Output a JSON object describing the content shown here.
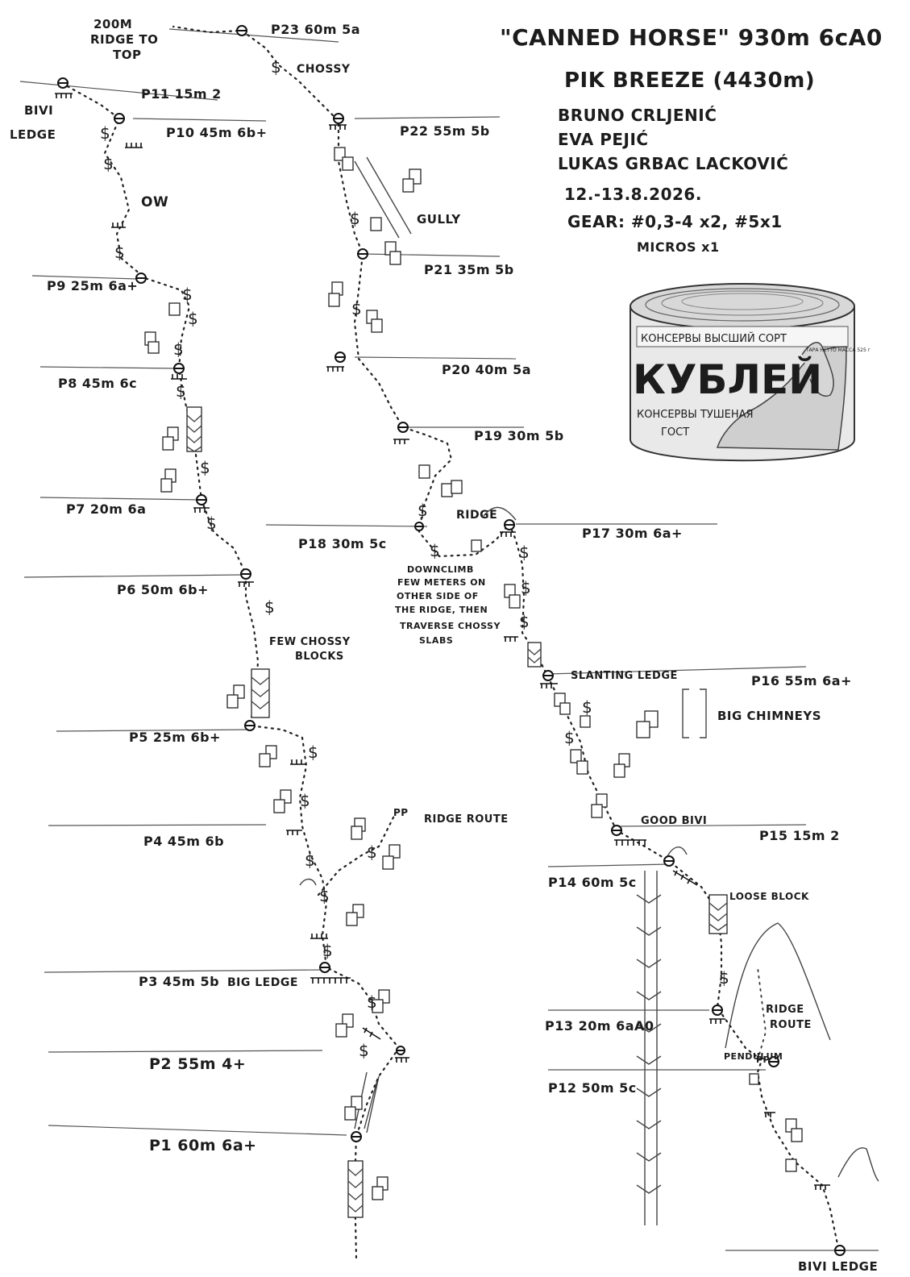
{
  "header": {
    "title": "\"CANNED HORSE\" 930m 6cA0",
    "peak": "PIK BREEZE (4430m)",
    "climbers": [
      "BRUNO CRLJENIĆ",
      "EVA PEJIĆ",
      "LUKAS GRBAC LACKOVIĆ"
    ],
    "date": "12.-13.8.2026.",
    "gear": "GEAR: #0,3-4 x2, #5x1",
    "gear_extra": "MICROS x1"
  },
  "can": {
    "line1": "КОНСЕРВЫ ВЫСШИЙ СОРТ",
    "brand": "КУБЛЕЙ",
    "line2": "КОНСЕРВЫ ТУШЕНАЯ",
    "gost": "ГОСТ",
    "net": "ТАРА НЕТТО МАССА 525 г",
    "can_icon": "canned-meat-horse-can"
  },
  "pitches": [
    {
      "id": "P1",
      "label": "P1  60m  6a+"
    },
    {
      "id": "P2",
      "label": "P2  55m  4+"
    },
    {
      "id": "P3",
      "label": "P3 45m 5b"
    },
    {
      "id": "P4",
      "label": "P4 45m 6b"
    },
    {
      "id": "P5",
      "label": "P5 25m 6b+"
    },
    {
      "id": "P6",
      "label": "P6 50m 6b+"
    },
    {
      "id": "P7",
      "label": "P7 20m 6a"
    },
    {
      "id": "P8",
      "label": "P8 45m 6c"
    },
    {
      "id": "P9",
      "label": "P9 25m 6a+"
    },
    {
      "id": "P10",
      "label": "P10 45m 6b+"
    },
    {
      "id": "P11",
      "label": "P11 15m 2"
    },
    {
      "id": "P12",
      "label": "P12 50m 5c"
    },
    {
      "id": "P13",
      "label": "P13 20m 6aA0"
    },
    {
      "id": "P14",
      "label": "P14 60m 5c"
    },
    {
      "id": "P15",
      "label": "P15 15m 2"
    },
    {
      "id": "P16",
      "label": "P16 55m 6a+"
    },
    {
      "id": "P17",
      "label": "P17 30m 6a+"
    },
    {
      "id": "P18",
      "label": "P18 30m 5c"
    },
    {
      "id": "P19",
      "label": "P19 30m 5b"
    },
    {
      "id": "P20",
      "label": "P20 40m 5a"
    },
    {
      "id": "P21",
      "label": "P21 35m 5b"
    },
    {
      "id": "P22",
      "label": "P22 55m 5b"
    },
    {
      "id": "P23",
      "label": "P23 60m 5a"
    }
  ],
  "annotations": {
    "top_ridge": [
      "200M",
      "RIDGE TO",
      "TOP"
    ],
    "chossy": "CHOSSY",
    "bivi_ledge_top": [
      "BIVI",
      "LEDGE"
    ],
    "ow": "OW",
    "gully": "GULLY",
    "ridge": "RIDGE",
    "downclimb": [
      "DOWNCLIMB",
      "FEW METERS ON",
      "OTHER SIDE OF",
      "THE RIDGE, THEN",
      "TRAVERSE CHOSSY",
      "SLABS"
    ],
    "few_chossy": [
      "FEW CHOSSY",
      "BLOCKS"
    ],
    "slanting_ledge": "SLANTING LEDGE",
    "big_chimneys": "BIG CHIMNEYS",
    "ridge_route_mid": "RIDGE ROUTE",
    "pp_mid": "PP",
    "good_bivi": "GOOD BIVI",
    "loose_block": "LOOSE BLOCK",
    "big_ledge": "BIG LEDGE",
    "ridge_route_low": [
      "RIDGE",
      "ROUTE"
    ],
    "pendulum": "PENDULUM",
    "pp_low": "PP",
    "bivi_ledge_bottom": "BIVI LEDGE"
  }
}
